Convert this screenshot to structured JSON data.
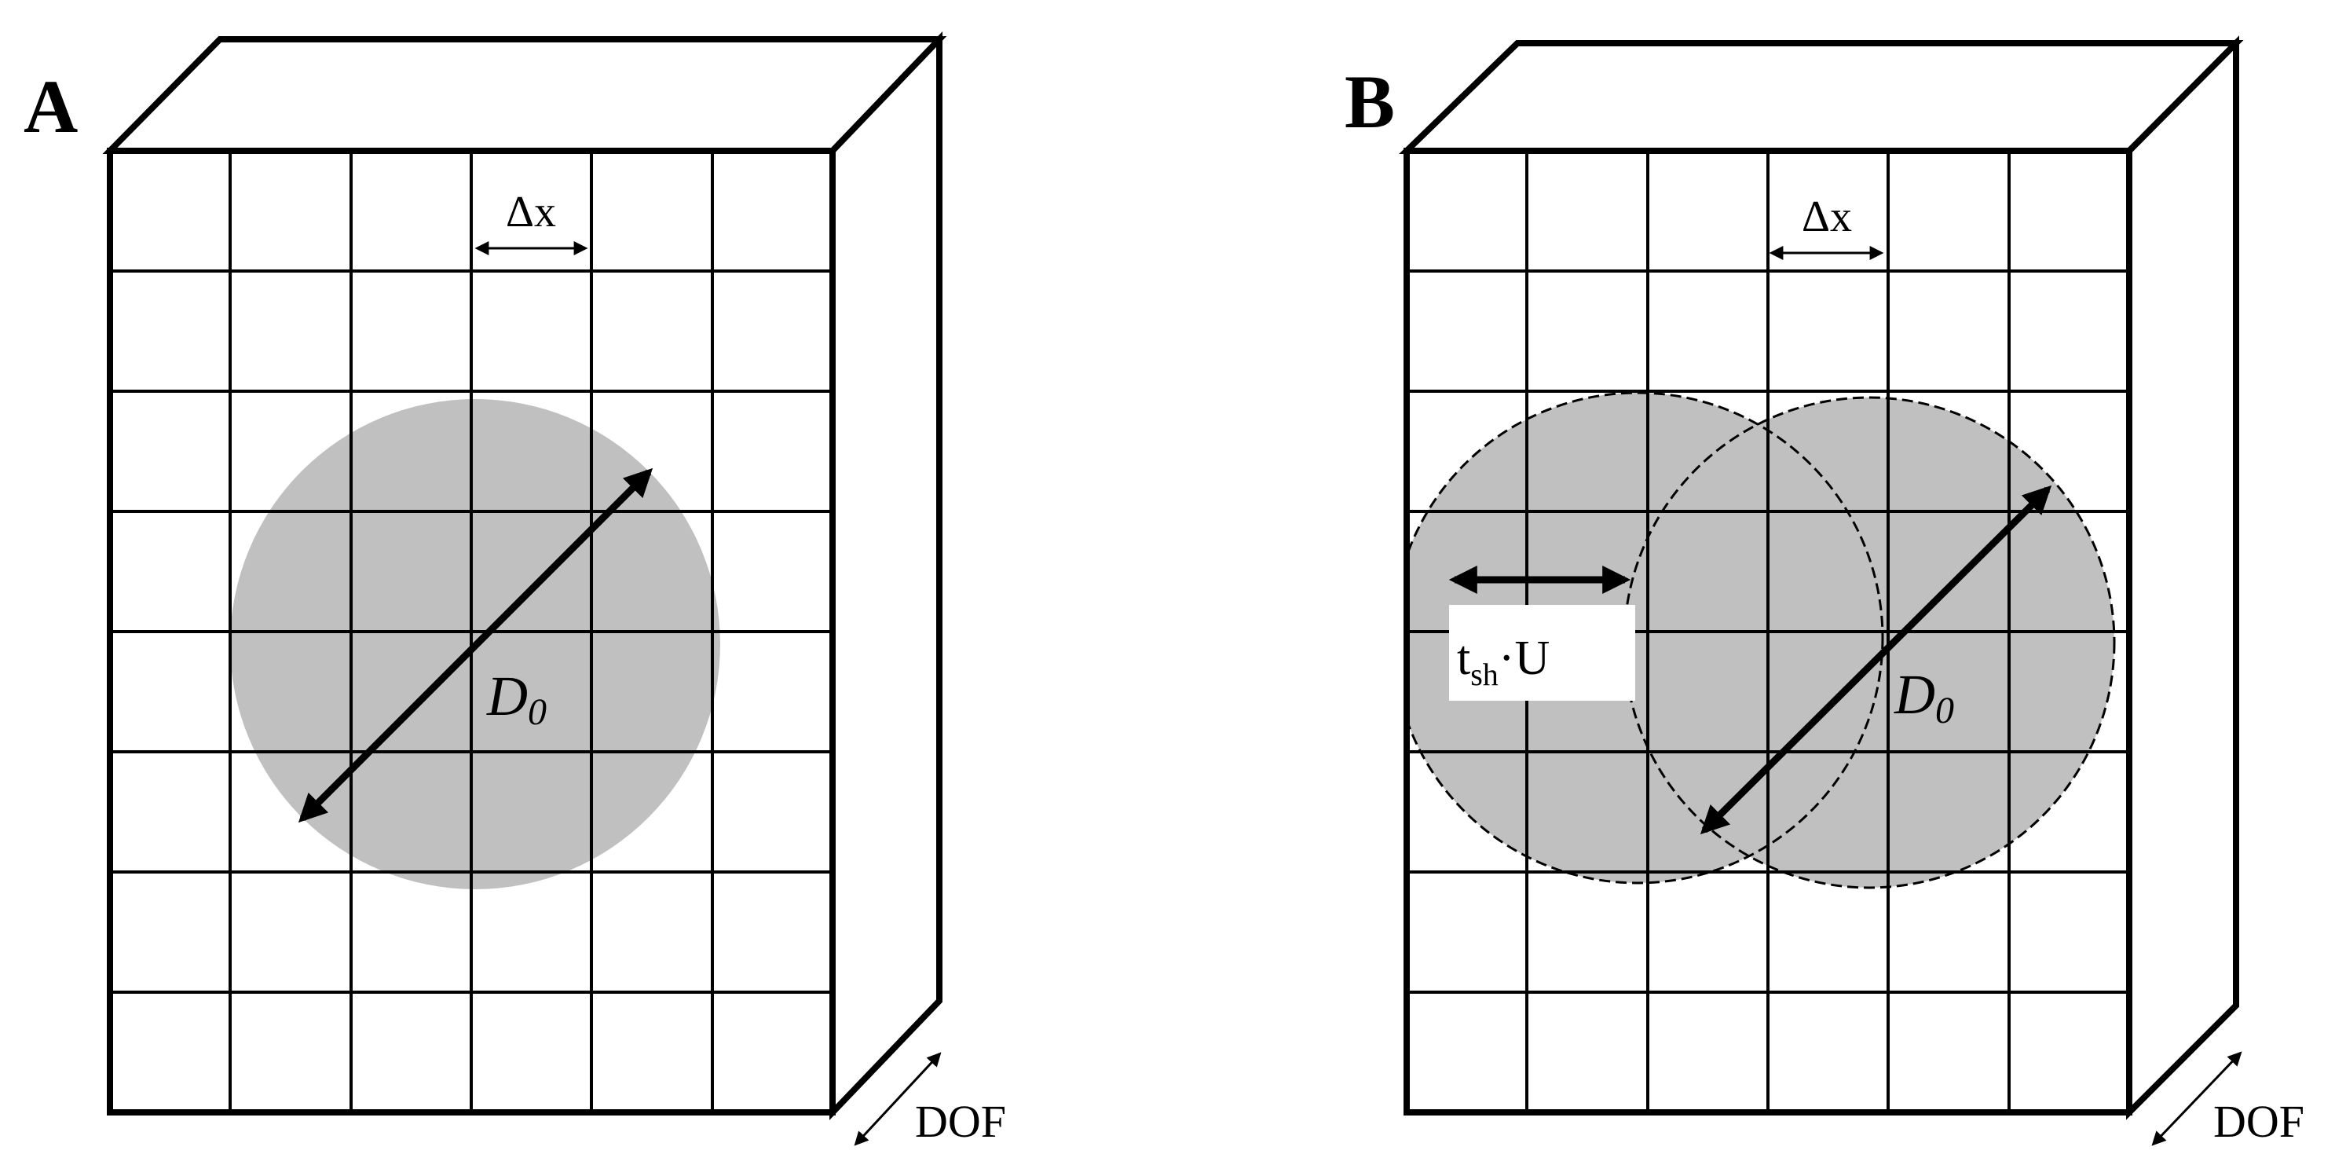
{
  "panels": [
    {
      "letter": "A",
      "pixel_label": "Δx",
      "diameter_main": "D",
      "diameter_sub": "0",
      "depth_label": "DOF"
    },
    {
      "letter": "B",
      "pixel_label": "Δx",
      "diameter_main": "D",
      "diameter_sub": "0",
      "depth_label": "DOF",
      "shift_main": "t",
      "shift_sub": "sh",
      "shift_rest": "·U"
    }
  ],
  "colors": {
    "line": "#000000",
    "particle_fill": "#c0c0c0",
    "background": "#ffffff"
  }
}
